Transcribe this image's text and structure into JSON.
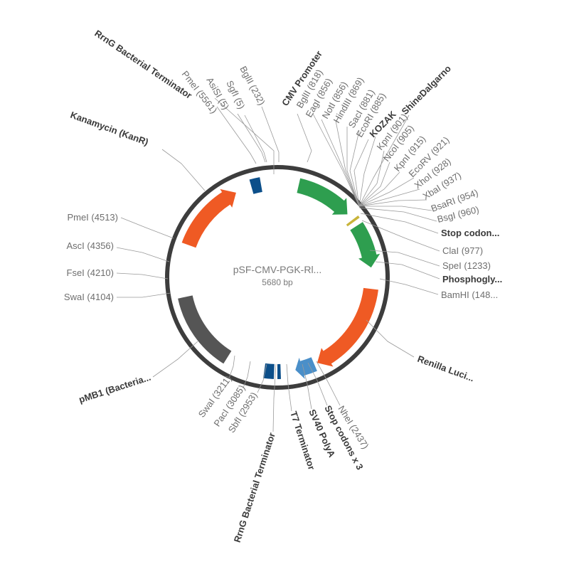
{
  "plasmid": {
    "name": "pSF-CMV-PGK-Rl...",
    "size": "5680 bp"
  },
  "colors": {
    "backbone": "#3d3d3d",
    "green": "#2e9e4f",
    "orange": "#ef5a24",
    "navy": "#0c4f8a",
    "light_blue": "#4a8fc9",
    "dark_gray": "#555555",
    "yellow": "#c8b43a",
    "label": "#6e6e6e",
    "bold_label": "#3a3a3a"
  },
  "features": [
    {
      "id": "cmv-promoter",
      "color": "green",
      "start": 13,
      "end": 48,
      "arrow": true
    },
    {
      "id": "kozak-marker",
      "color": "yellow",
      "start": 52.5,
      "end": 54,
      "arrow": false
    },
    {
      "id": "pgk-promoter",
      "color": "green",
      "start": 57,
      "end": 84,
      "arrow": true
    },
    {
      "id": "renilla-luciferase",
      "color": "orange",
      "start": 97,
      "end": 155,
      "arrow": true
    },
    {
      "id": "sv40-polya",
      "color": "light_blue",
      "start": 157,
      "end": 169,
      "arrow": true
    },
    {
      "id": "t7-terminator",
      "color": "navy",
      "start": 178,
      "end": 180,
      "arrow": false
    },
    {
      "id": "rrng-terminator-bottom",
      "color": "navy",
      "start": 182,
      "end": 188,
      "arrow": false
    },
    {
      "id": "pmb1-origin",
      "color": "dark_gray",
      "start": 212,
      "end": 258,
      "arrow": false
    },
    {
      "id": "kanamycin-resistance",
      "color": "orange",
      "start": 290,
      "end": 334,
      "arrow": true
    },
    {
      "id": "rrng-terminator-top",
      "color": "navy",
      "start": 344,
      "end": 350,
      "arrow": false
    }
  ],
  "labels": [
    {
      "text": "RrnG Bacterial Terminator",
      "bold": true
    },
    {
      "text": "PmeI (5561)",
      "bold": false
    },
    {
      "text": "AsiSI (5)",
      "bold": false
    },
    {
      "text": "SgfI (5)",
      "bold": false
    },
    {
      "text": "BglII (232)",
      "bold": false
    },
    {
      "text": "CMV Promoter",
      "bold": true
    },
    {
      "text": "BglII (818)",
      "bold": false
    },
    {
      "text": "EagI (856)",
      "bold": false
    },
    {
      "text": "NotI (856)",
      "bold": false
    },
    {
      "text": "HindIII (869)",
      "bold": false
    },
    {
      "text": "SacI (881)",
      "bold": false
    },
    {
      "text": "EcoRI (885)",
      "bold": false
    },
    {
      "text": "KOZAK",
      "bold": true
    },
    {
      "text": "ShineDalgarno",
      "bold": true
    },
    {
      "text": "KpnI (901)",
      "bold": false
    },
    {
      "text": "NcoI (905)",
      "bold": false
    },
    {
      "text": "KpnI (915)",
      "bold": false
    },
    {
      "text": "EcoRV (921)",
      "bold": false
    },
    {
      "text": "XhoI (928)",
      "bold": false
    },
    {
      "text": "XbaI (937)",
      "bold": false
    },
    {
      "text": "BsaRI (954)",
      "bold": false
    },
    {
      "text": "BsgI (960)",
      "bold": false
    },
    {
      "text": "Stop codon...",
      "bold": true
    },
    {
      "text": "ClaI (977)",
      "bold": false
    },
    {
      "text": "SpeI (1233)",
      "bold": false
    },
    {
      "text": "Phosphogly...",
      "bold": true
    },
    {
      "text": "BamHI (148...",
      "bold": false
    },
    {
      "text": "Renilla Luci...",
      "bold": true
    },
    {
      "text": "NheI (2437)",
      "bold": false
    },
    {
      "text": "Stop codons x 3",
      "bold": true
    },
    {
      "text": "SV40 PolyA",
      "bold": true
    },
    {
      "text": "T7 Terminator",
      "bold": true
    },
    {
      "text": "RrnG Bacterial Terminator",
      "bold": true
    },
    {
      "text": "SbfI (2953)",
      "bold": false
    },
    {
      "text": "PacI (3085)",
      "bold": false
    },
    {
      "text": "SwaI (3211)",
      "bold": false
    },
    {
      "text": "pMB1 (Bacteria...",
      "bold": true
    },
    {
      "text": "SwaI (4104)",
      "bold": false
    },
    {
      "text": "FseI (4210)",
      "bold": false
    },
    {
      "text": "AscI (4356)",
      "bold": false
    },
    {
      "text": "PmeI (4513)",
      "bold": false
    },
    {
      "text": "Kanamycin (KanR)",
      "bold": true
    }
  ]
}
